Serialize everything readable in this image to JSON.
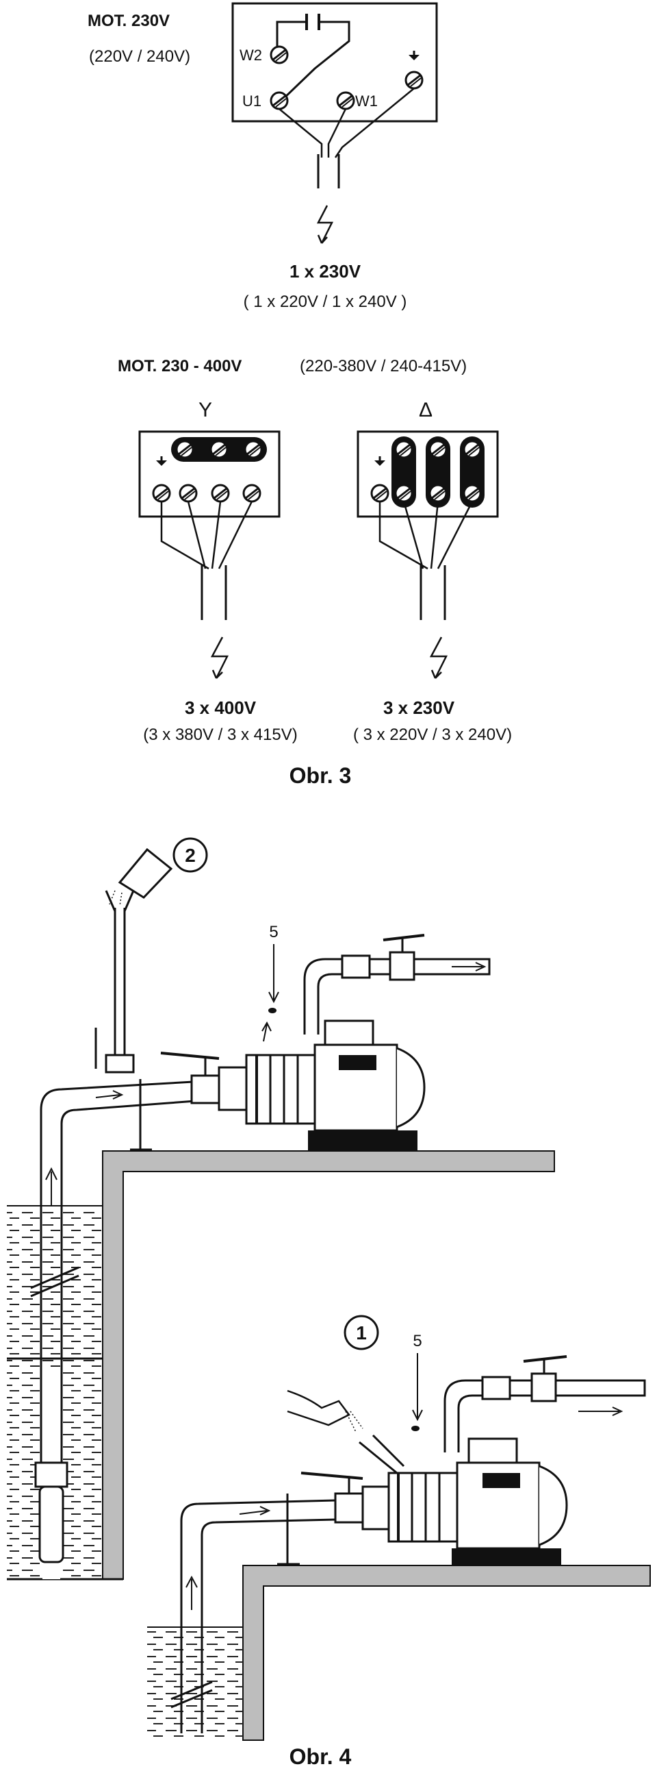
{
  "fig3": {
    "single_phase": {
      "motor_label": "MOT. 230V",
      "motor_alt": "(220V / 240V)",
      "terminals": {
        "w2": "W2",
        "u1": "U1",
        "w1": "W1"
      },
      "supply": "1 x 230V",
      "supply_alt": "( 1 x 220V / 1 x 240V )"
    },
    "three_phase": {
      "motor_label": "MOT. 230 - 400V",
      "motor_alt": "(220-380V / 240-415V)",
      "star": {
        "symbol": "Y",
        "supply": "3 x 400V",
        "supply_alt": "(3 x 380V / 3 x 415V)"
      },
      "delta": {
        "symbol": "Δ",
        "supply": "3 x 230V",
        "supply_alt": "( 3 x 220V / 3 x 240V)"
      }
    },
    "caption": "Obr. 3"
  },
  "fig4": {
    "callout_top": "2",
    "callout_bottom": "1",
    "label_top": "5",
    "label_bottom": "5",
    "caption": "Obr. 4"
  }
}
